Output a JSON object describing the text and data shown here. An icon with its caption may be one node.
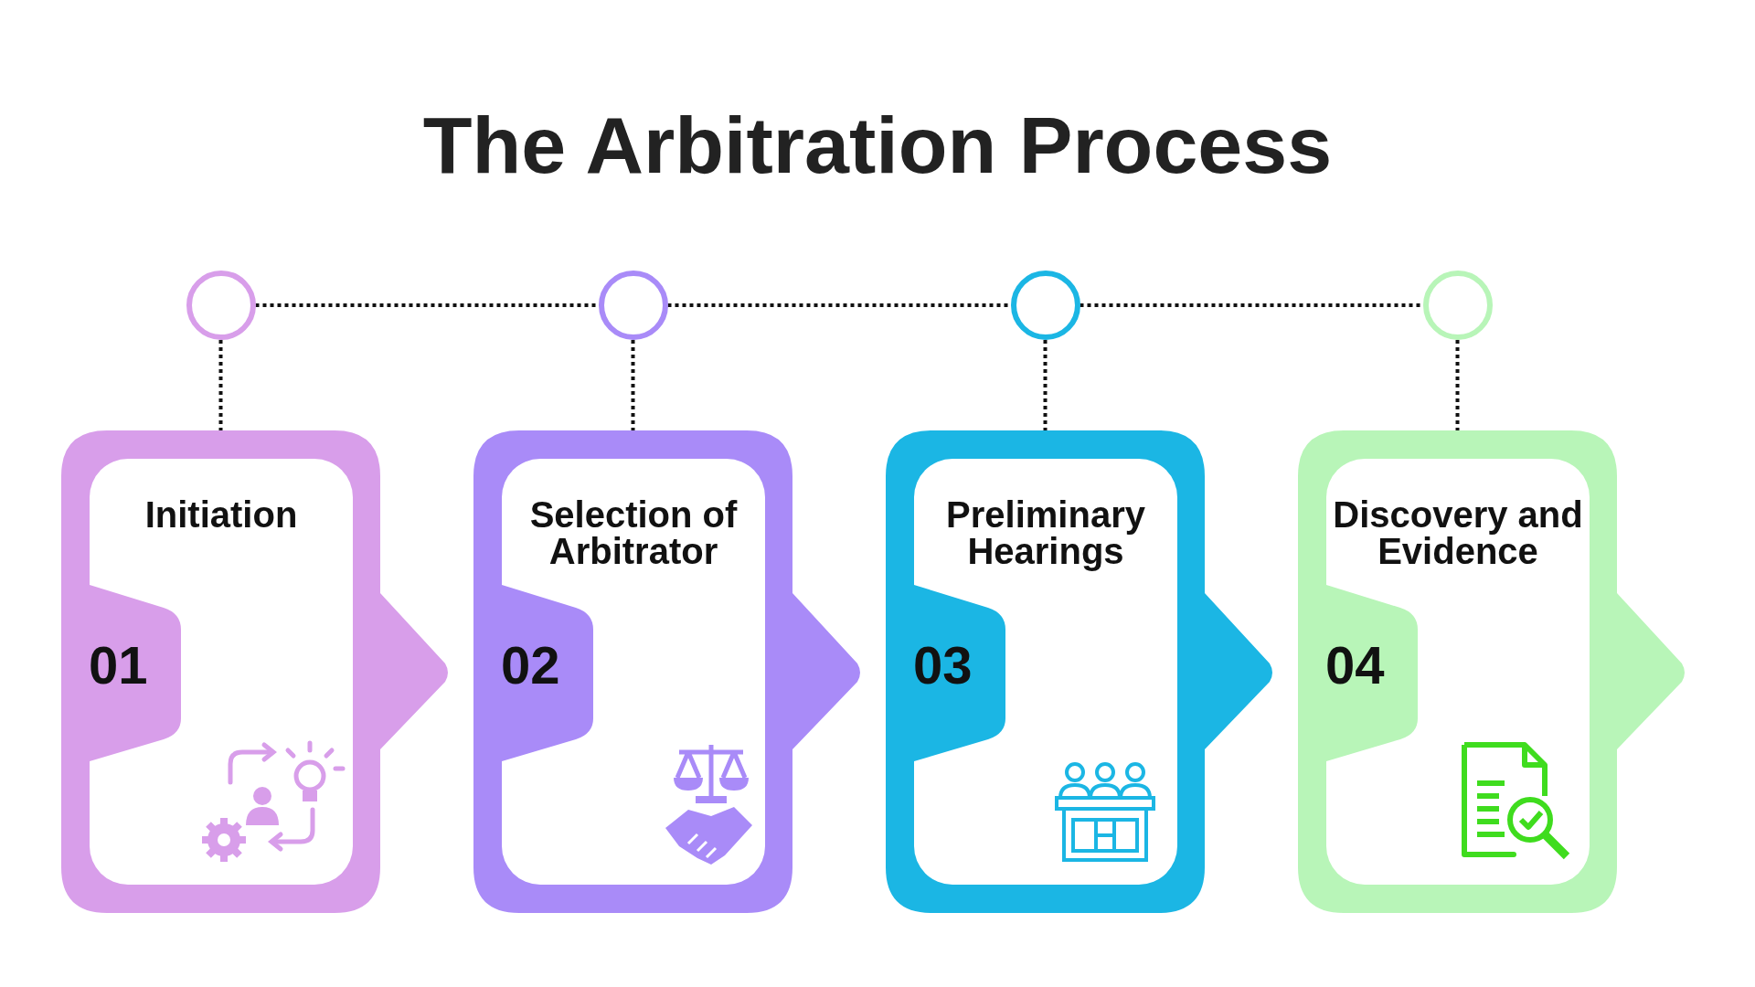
{
  "diagram": {
    "title": "The Arbitration Process",
    "nodes": [
      {
        "text": [],
        "shape": "circle"
      },
      {
        "text": [],
        "shape": "circle"
      },
      {
        "text": [],
        "shape": "circle"
      },
      {
        "text": [],
        "shape": "circle"
      },
      {
        "text": [
          "Initiation",
          "01"
        ]
      },
      {
        "text": [
          "Selection of Arbitrator",
          "02"
        ]
      },
      {
        "text": [
          "Preliminary Hearings",
          "03"
        ]
      },
      {
        "text": [
          "Discovery and Evidence",
          "04"
        ]
      }
    ],
    "edges": [
      {
        "from": 0,
        "to": 1,
        "arrow": "none",
        "style": "dashed"
      },
      {
        "from": 1,
        "to": 2,
        "arrow": "none",
        "style": "dashed"
      },
      {
        "from": 2,
        "to": 3,
        "arrow": "none",
        "style": "dashed"
      },
      {
        "from": 0,
        "to": 4,
        "arrow": "none",
        "style": "dashed"
      },
      {
        "from": 1,
        "to": 5,
        "arrow": "none",
        "style": "dashed"
      },
      {
        "from": 2,
        "to": 6,
        "arrow": "none",
        "style": "dashed"
      },
      {
        "from": 3,
        "to": 7,
        "arrow": "none",
        "style": "dashed"
      }
    ]
  }
}
